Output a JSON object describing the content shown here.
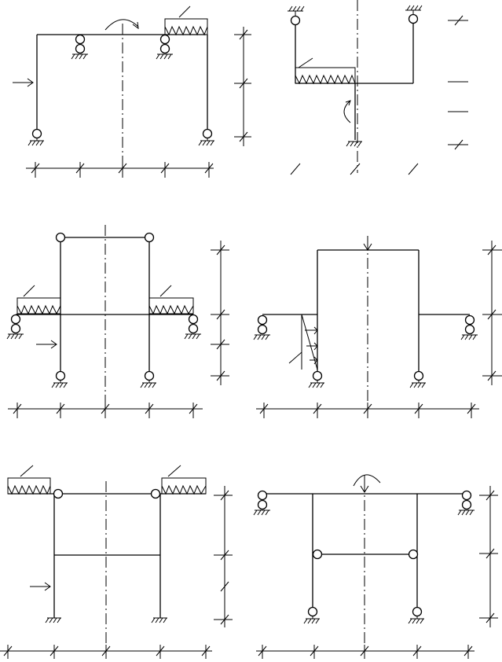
{
  "sheet": {
    "diagrams": [
      {
        "id": "frame-1"
      },
      {
        "id": "frame-2"
      },
      {
        "id": "frame-3"
      },
      {
        "id": "frame-4"
      },
      {
        "id": "frame-5"
      },
      {
        "id": "frame-6"
      }
    ]
  },
  "colors": {
    "ink": "#000000",
    "paper": "#ffffff"
  }
}
